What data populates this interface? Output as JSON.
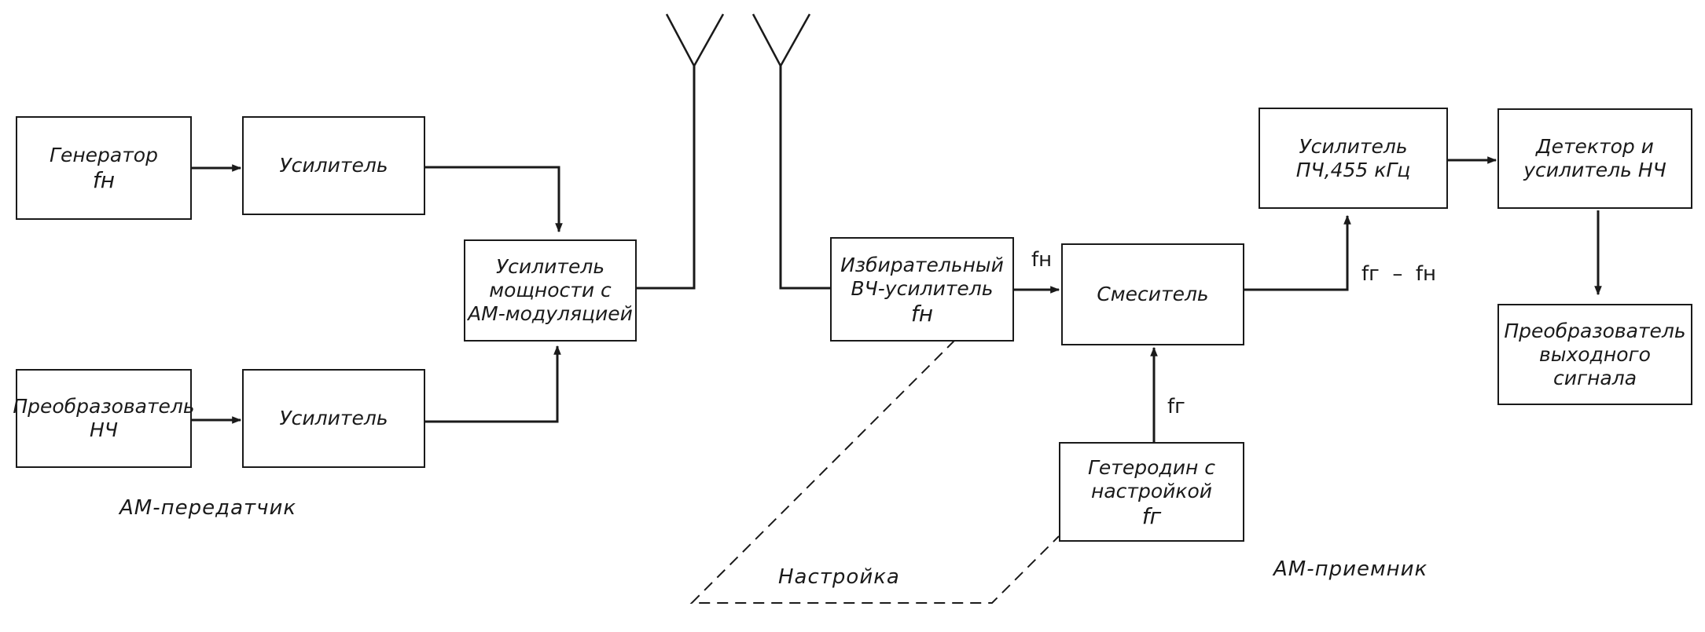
{
  "transmitter": {
    "caption": "АМ-передатчик",
    "generator": {
      "line1": "Генератор",
      "line2": "fн"
    },
    "amp1": {
      "label": "Усилитель"
    },
    "lf_converter": {
      "line1": "Преобразователь",
      "line2": "НЧ"
    },
    "amp2": {
      "label": "Усилитель"
    },
    "power_amp": {
      "line1": "Усилитель",
      "line2": "мощности с",
      "line3": "АМ-модуляцией"
    }
  },
  "receiver": {
    "caption": "АМ-приемник",
    "rf_amp": {
      "line1": "Избирательный",
      "line2": "ВЧ-усилитель",
      "line3": "fн"
    },
    "mixer": {
      "label": "Смеситель"
    },
    "oscillator": {
      "line1": "Гетеродин с",
      "line2": "настройкой",
      "line3": "fг"
    },
    "if_amp": {
      "line1": "Усилитель",
      "line2": "ПЧ,455 кГц"
    },
    "detector": {
      "line1": "Детектор и",
      "line2": "усилитель НЧ"
    },
    "output_converter": {
      "line1": "Преобразователь",
      "line2": "выходного",
      "line3": "сигнала"
    },
    "signal_fn": "fн",
    "signal_fg": "fг",
    "signal_if": "fг  –  fн",
    "tuning_label": "Настройка"
  }
}
